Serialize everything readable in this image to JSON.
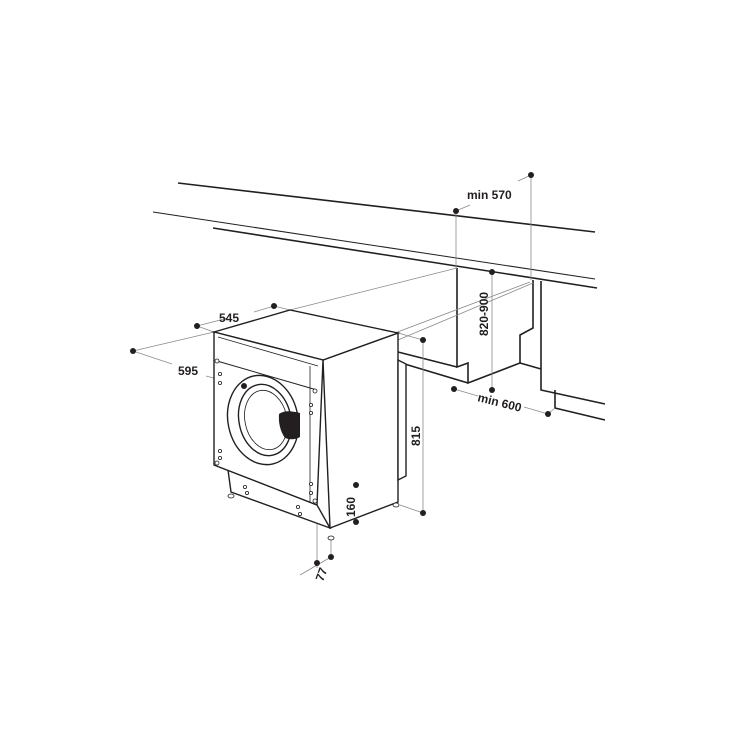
{
  "diagram": {
    "dimensions": {
      "depth": "545",
      "width": "595",
      "height": "815",
      "plinth_height": "160",
      "plinth_depth": "77",
      "niche_depth": "min 570",
      "worktop_height": "820-900",
      "niche_width": "min 600"
    },
    "colors": {
      "line": "#231f20",
      "guide": "#8a8a8a",
      "background": "#ffffff"
    }
  }
}
